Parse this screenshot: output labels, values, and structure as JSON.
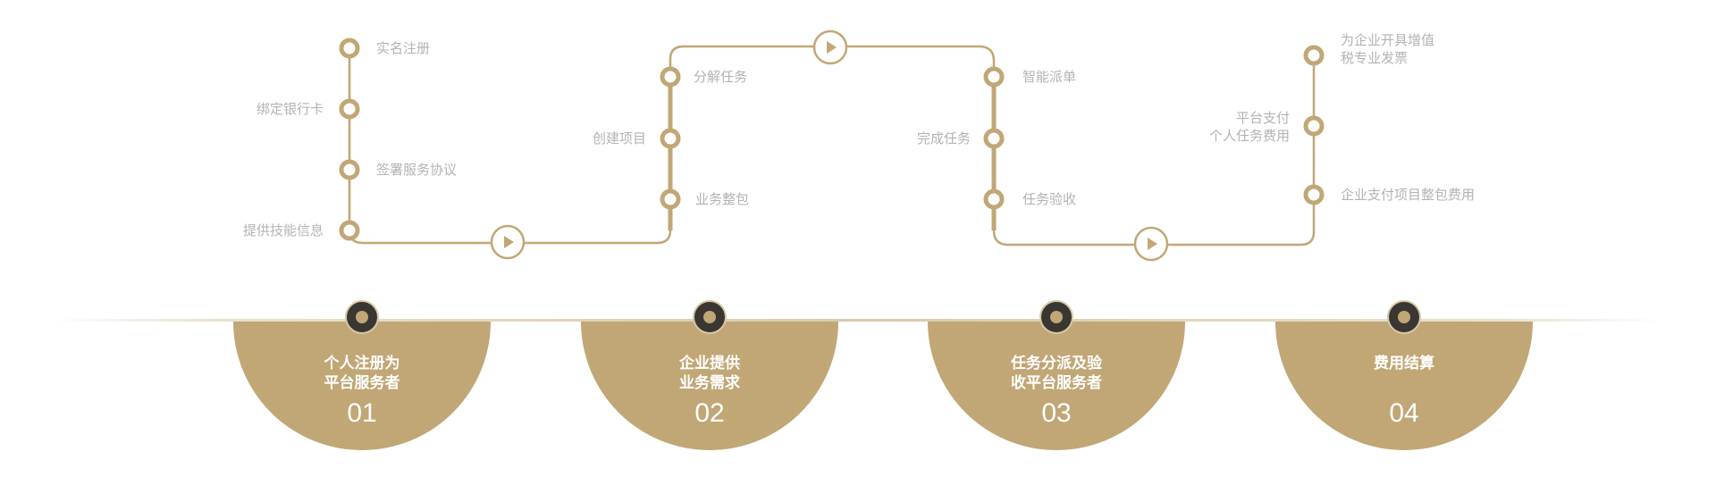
{
  "colors": {
    "gold": "#c1a776",
    "dark": "#3a3632",
    "label_gray": "#b3b3b3"
  },
  "stages": [
    {
      "title": "个人注册为\n平台服务者",
      "number": "01",
      "steps": [
        "实名注册",
        "绑定银行卡",
        "签署服务协议",
        "提供技能信息"
      ]
    },
    {
      "title": "企业提供\n业务需求",
      "number": "02",
      "steps": [
        "分解任务",
        "创建项目",
        "业务整包"
      ]
    },
    {
      "title": "任务分派及验\n收平台服务者",
      "number": "03",
      "steps": [
        "智能派单",
        "完成任务",
        "任务验收"
      ]
    },
    {
      "title": "费用结算",
      "number": "04",
      "steps": [
        "为企业开具增值\n税专业发票",
        "平台支付\n个人任务费用",
        "企业支付项目整包费用"
      ]
    }
  ],
  "icons": {
    "step_node": "ring-node-icon",
    "arrow": "play-arrow-icon",
    "stage_marker": "stage-marker-icon"
  }
}
